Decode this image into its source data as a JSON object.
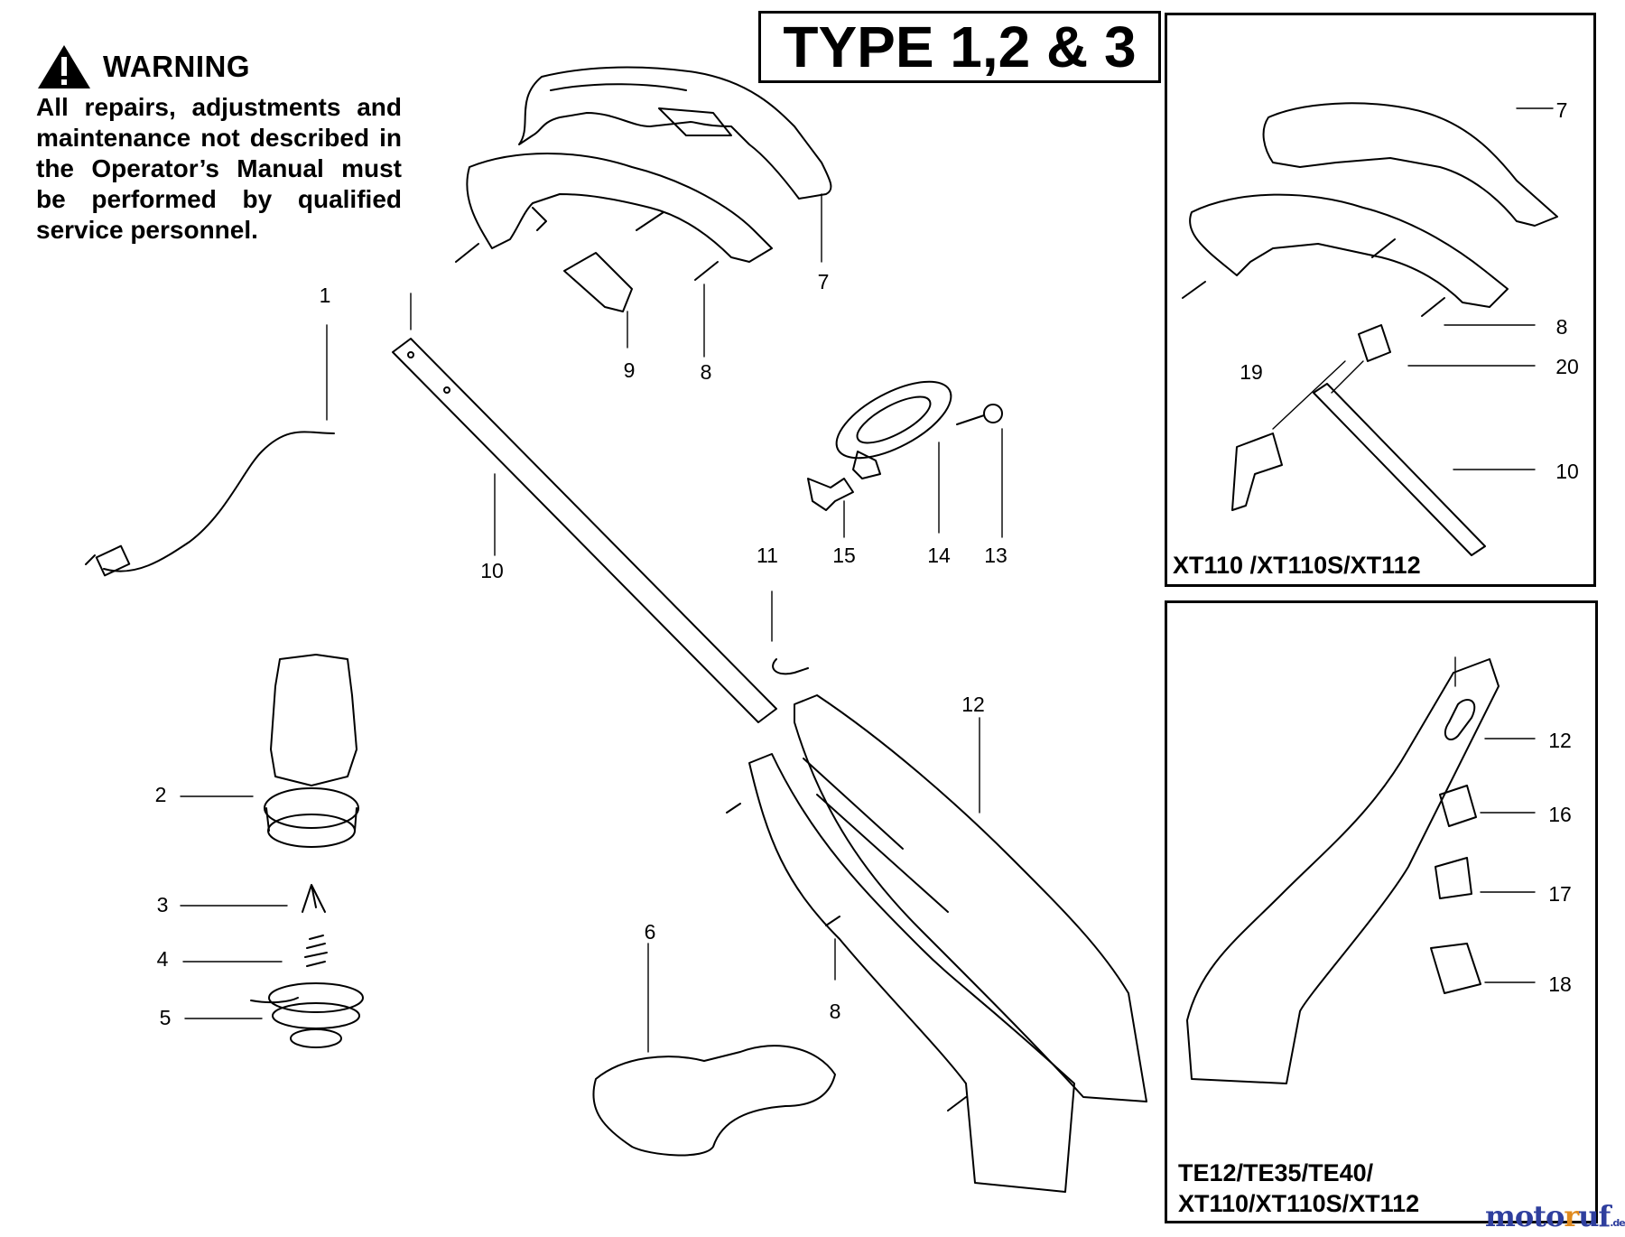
{
  "warning": {
    "title": "WARNING",
    "text": "All repairs, adjustments and maintenance not described in the Operator’s Manual must be performed by qualified service personnel."
  },
  "type_label": "TYPE 1,2 & 3",
  "panels": {
    "upper_right_label": "XT110 /XT110S/XT112",
    "lower_right_label": "TE12/TE35/TE40/\nXT110/XT110S/XT112"
  },
  "logo": {
    "main": "moto",
    "accent": "r",
    "tail": "uf",
    "suffix": ".de"
  },
  "callouts": [
    "1",
    "2",
    "3",
    "4",
    "5",
    "6",
    "7",
    "8",
    "9",
    "10",
    "11",
    "12",
    "13",
    "14",
    "15",
    "16",
    "17",
    "18",
    "19",
    "20"
  ]
}
